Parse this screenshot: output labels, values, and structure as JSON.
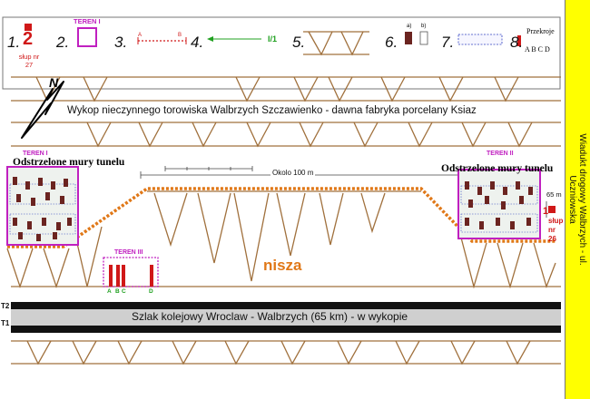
{
  "legend": {
    "items": [
      {
        "number": "1.",
        "symbol_text": "2",
        "caption": "słup nr 27"
      },
      {
        "number": "2.",
        "symbol_text": "TEREN I"
      },
      {
        "number": "3.",
        "label_a": "A",
        "label_b": "B"
      },
      {
        "number": "4.",
        "label": "I/1"
      },
      {
        "number": "5."
      },
      {
        "number": "6.",
        "label_a": "a)",
        "label_b": "b)"
      },
      {
        "number": "7."
      },
      {
        "number": "8.",
        "title": "Przekroje",
        "letters": "A B C D"
      }
    ]
  },
  "labels": {
    "header_title": "Wykop nieczynnego torowiska Walbrzych Szczawienko - dawna fabryka porcelany Ksiaz",
    "north_arrow_letter": "N",
    "teren1": "TEREN I",
    "teren2": "TEREN II",
    "teren3": "TEREN III",
    "tunnel_left": "Odstrzelone mury tunelu",
    "tunnel_right": "Odstrzelone mury tunelu",
    "distance": "Okolo 100 m",
    "niche": "nisza",
    "distance_small": "65 m",
    "pole_number": "1",
    "pole_label": "słup nr 26",
    "section_letters": [
      "A",
      "B",
      "C",
      "D"
    ],
    "track_t2": "T2",
    "track_t1": "T1",
    "railway": "Szlak kolejowy Wroclaw - Walbrzych (65 km) - w wykopie",
    "viaduct": "Wiadukt drogowy Walbrzych - ul. Uczniowska"
  },
  "colors": {
    "slope": "#a0703c",
    "orange_edge": "#e07818",
    "magenta": "#c020c0",
    "red": "#d01818",
    "brick": "#6b2420",
    "track_dark": "#111111",
    "track_gray": "#cfcfcf",
    "sidebar": "#ffff00",
    "scale_line": "#20a020",
    "grid_blue": "#3040c0"
  }
}
